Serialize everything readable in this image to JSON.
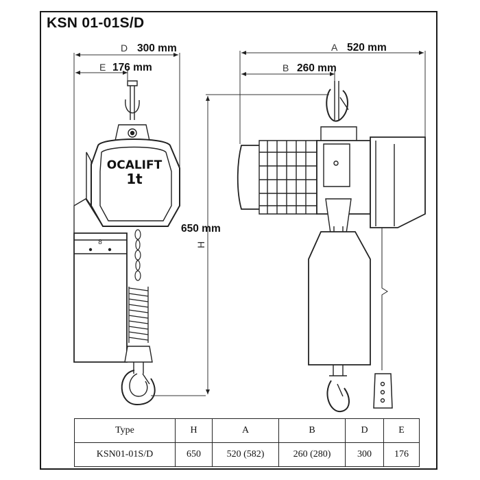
{
  "title": "KSN 01-01S/D",
  "brand": "OCALIFT",
  "capacity": "1t",
  "chain_bag_label": "8",
  "dimensions": {
    "D": {
      "letter": "D",
      "value": "300 mm"
    },
    "E": {
      "letter": "E",
      "value": "176 mm"
    },
    "A": {
      "letter": "A",
      "value": "520 mm"
    },
    "B": {
      "letter": "B",
      "value": "260 mm"
    },
    "H": {
      "letter": "H",
      "value": "650 mm"
    }
  },
  "table": {
    "headers": [
      "Type",
      "H",
      "A",
      "B",
      "D",
      "E"
    ],
    "row": [
      "KSN01-01S/D",
      "650",
      "520 (582)",
      "260 (280)",
      "300",
      "176"
    ]
  }
}
